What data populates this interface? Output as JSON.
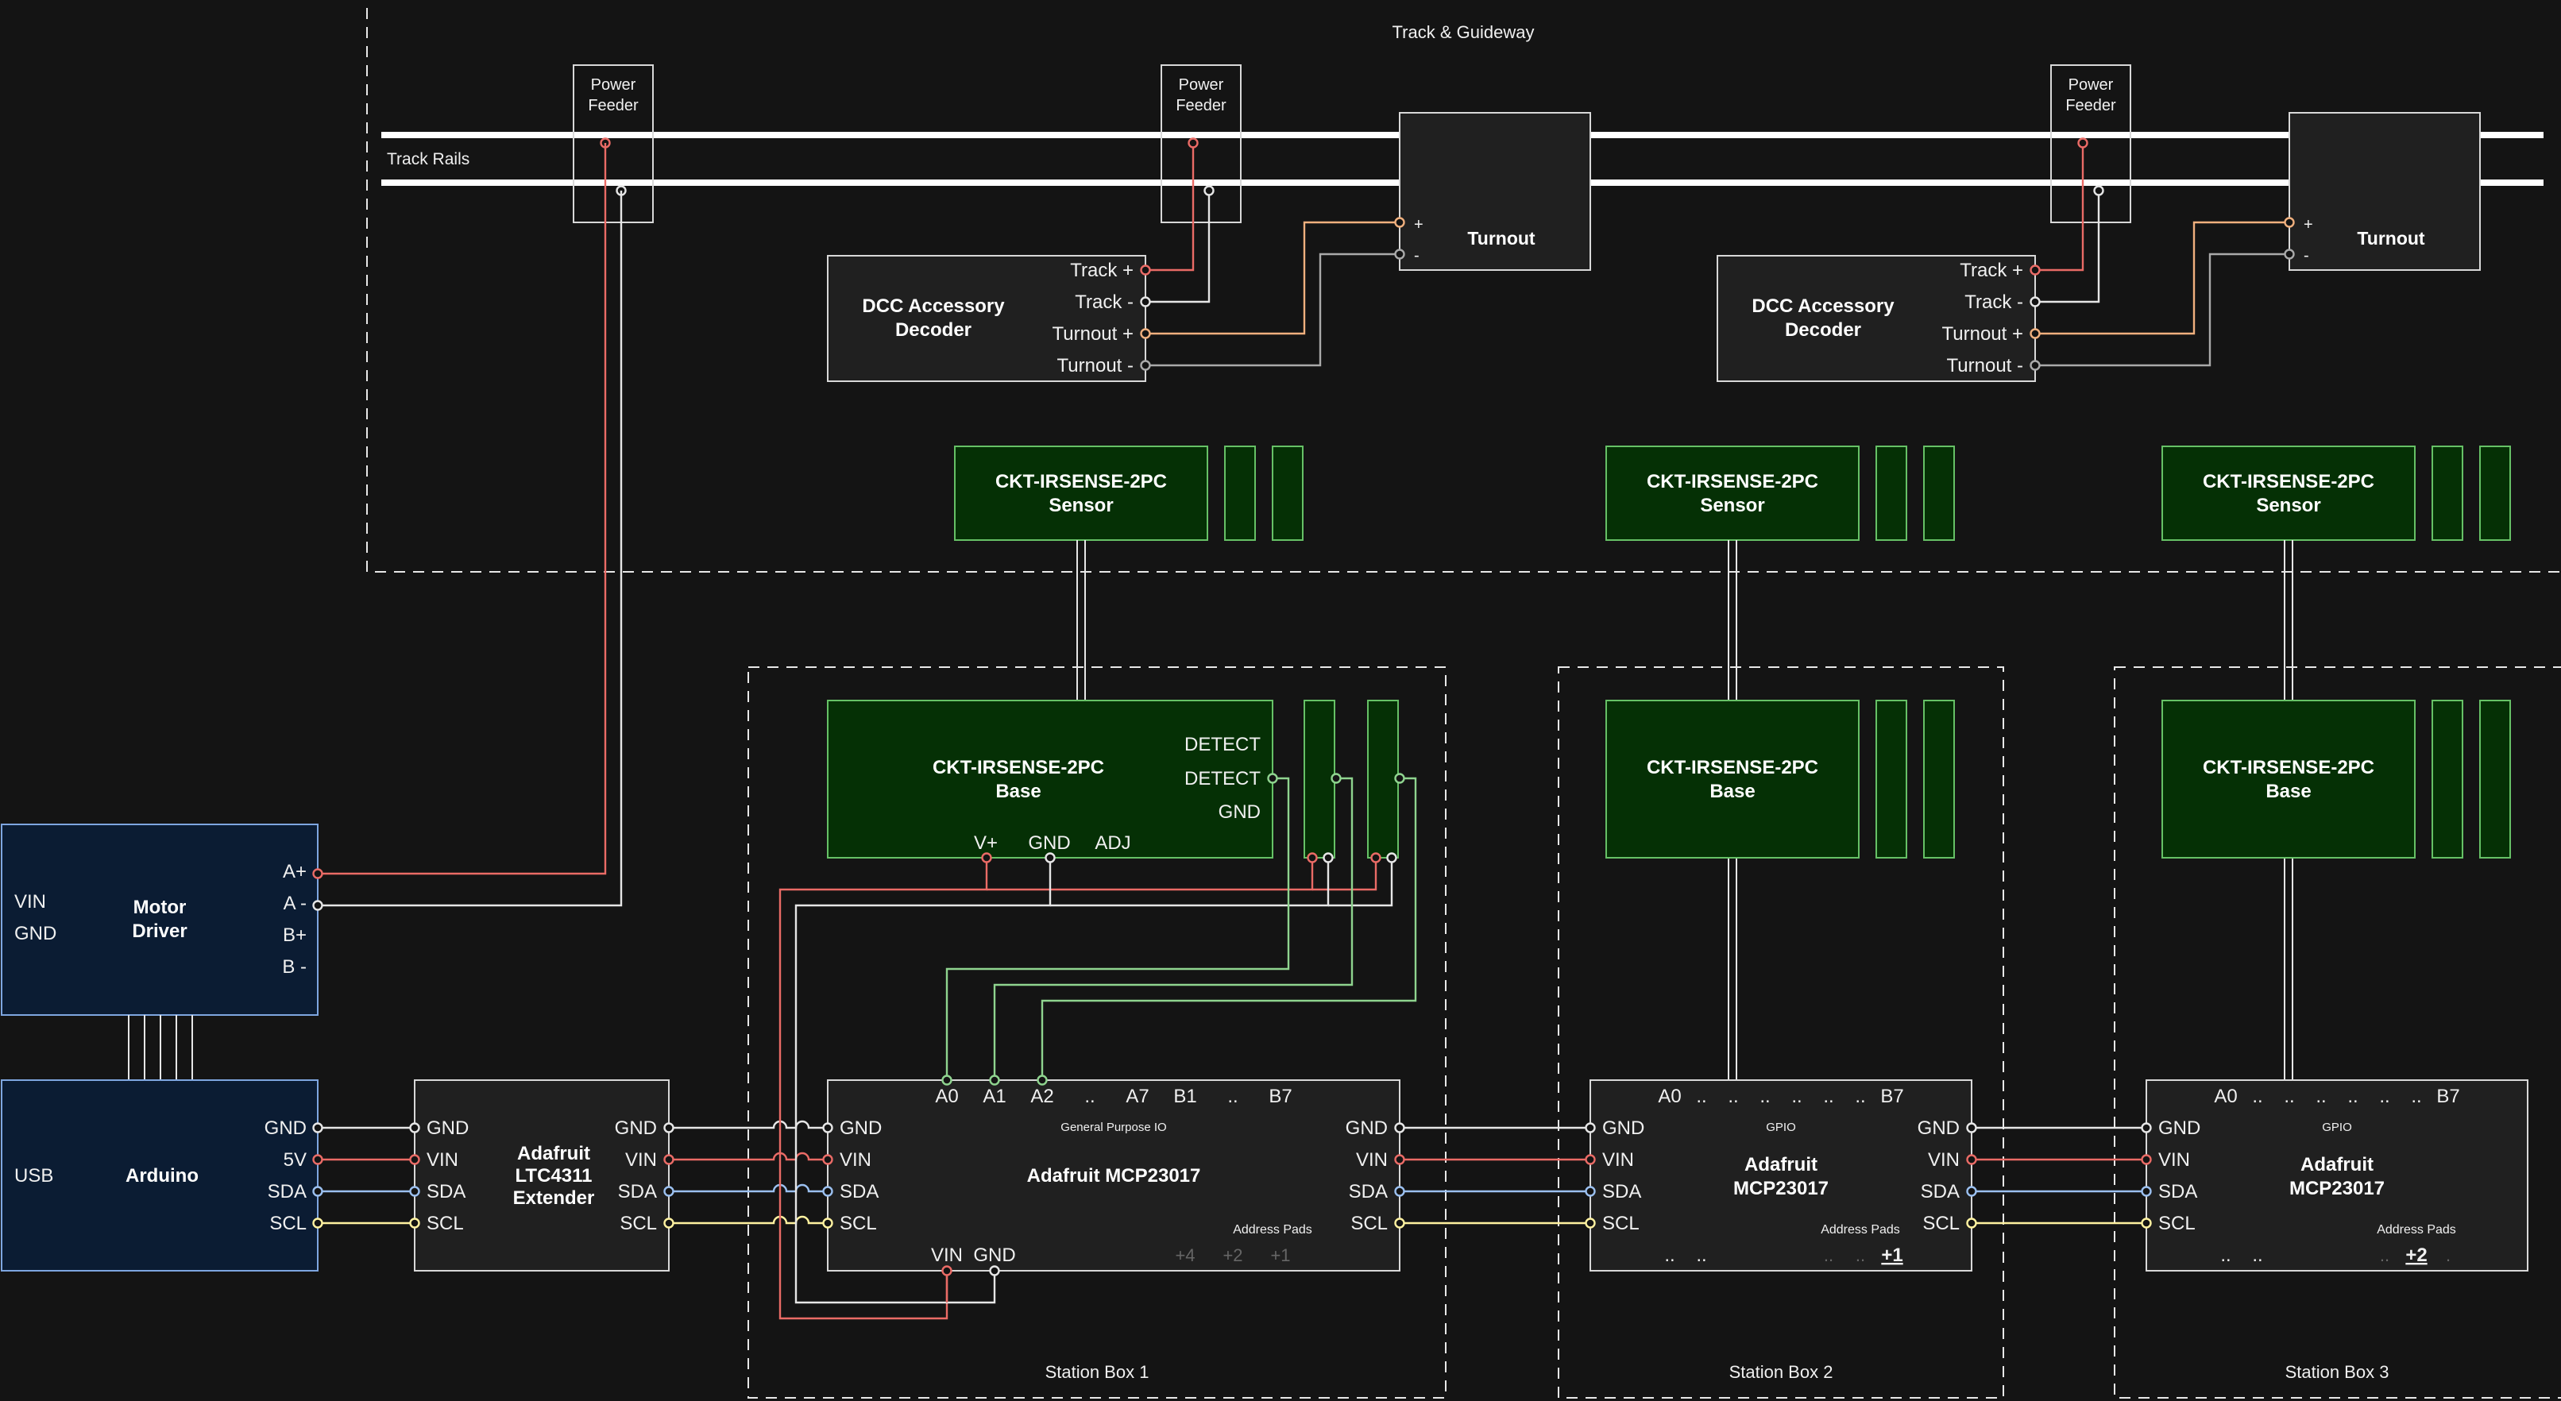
{
  "title": "Track & Guideway",
  "track_rails": "Track Rails",
  "feeders": [
    "Power\nFeeder",
    "Power\nFeeder",
    "Power\nFeeder"
  ],
  "feeder_lines": [
    "Power",
    "Feeder"
  ],
  "turnout": "Turnout",
  "turnout_plus": "+",
  "turnout_minus": "-",
  "decoder": {
    "name_lines": [
      "DCC Accessory",
      "Decoder"
    ],
    "pins": [
      "Track +",
      "Track -",
      "Turnout +",
      "Turnout -"
    ]
  },
  "sensor": {
    "lines": [
      "CKT-IRSENSE-2PC",
      "Sensor"
    ]
  },
  "base": {
    "lines": [
      "CKT-IRSENSE-2PC",
      "Base"
    ],
    "pins_right": [
      "DETECT",
      "DETECT",
      "GND"
    ],
    "pins_bottom": [
      "V+",
      "GND",
      "ADJ"
    ]
  },
  "motor_driver": {
    "lines": [
      "Motor",
      "Driver"
    ],
    "left": [
      "VIN",
      "GND"
    ],
    "right": [
      "A+",
      "A -",
      "B+",
      "B -"
    ]
  },
  "arduino": {
    "name": "Arduino",
    "left": "USB",
    "pins": [
      "GND",
      "5V",
      "SDA",
      "SCL"
    ]
  },
  "extender": {
    "lines": [
      "Adafruit",
      "LTC4311",
      "Extender"
    ],
    "pins_left": [
      "GND",
      "VIN",
      "SDA",
      "SCL"
    ],
    "pins_right": [
      "GND",
      "VIN",
      "SDA",
      "SCL"
    ]
  },
  "mcp_main": {
    "name": "Adafruit MCP23017",
    "gpio_label": "General Purpose IO",
    "top_pins": [
      "A0",
      "A1",
      "A2",
      "..",
      "A7",
      "B1",
      "..",
      "B7"
    ],
    "pins_left": [
      "GND",
      "VIN",
      "SDA",
      "SCL"
    ],
    "pins_right": [
      "GND",
      "VIN",
      "SDA",
      "SCL"
    ],
    "bottom": [
      "VIN",
      "GND"
    ],
    "address_label": "Address Pads",
    "pads": [
      "+4",
      "+2",
      "+1"
    ]
  },
  "mcp_small": {
    "lines": [
      "Adafruit",
      "MCP23017"
    ],
    "gpio_label": "GPIO",
    "top_a0": "A0",
    "top_dots": [
      "..",
      "..",
      "..",
      "..",
      "..",
      "..",
      ".."
    ],
    "top_b7": "B7",
    "pins_left": [
      "GND",
      "VIN",
      "SDA",
      "SCL"
    ],
    "pins_right": [
      "GND",
      "VIN",
      "SDA",
      "SCL"
    ],
    "address_label": "Address Pads",
    "bottom_dots": [
      "..",
      ".."
    ],
    "pad_dots": [
      "..",
      ".."
    ],
    "pad2_selected": "+1",
    "pad3_selected": "+2",
    "tail_dot": "."
  },
  "stations": [
    "Station Box 1",
    "Station Box 2",
    "Station Box 3"
  ],
  "colors": {
    "background": "#141414",
    "power": "#ea6b66",
    "ground": "#e6e6e6",
    "sda": "#9bc0f0",
    "scl": "#fff2a0",
    "turnout_plus": "#f0b07e",
    "detect": "#8fd48f",
    "sensor_fill": "#053005",
    "controller_fill": "#0b1c33"
  }
}
